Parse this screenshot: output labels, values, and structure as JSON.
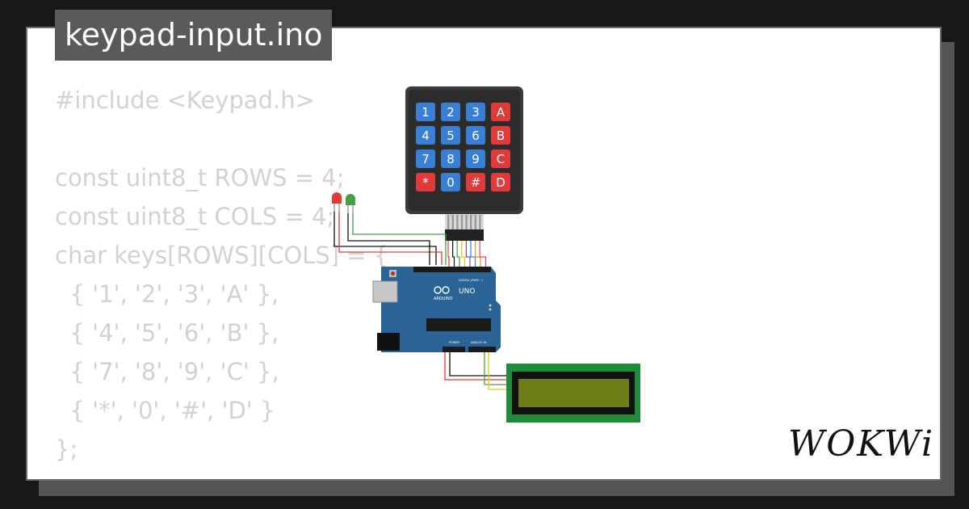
{
  "title": "keypad-input.ino",
  "code_lines": [
    "#include <Keypad.h>",
    "",
    "const uint8_t ROWS = 4;",
    "const uint8_t COLS = 4;",
    "char keys[ROWS][COLS] = {",
    "  { '1', '2', '3', 'A' },",
    "  { '4', '5', '6', 'B' },",
    "  { '7', '8', '9', 'C' },",
    "  { '*', '0', '#', 'D' }",
    "};"
  ],
  "keypad": {
    "keys": [
      [
        "1",
        "2",
        "3",
        "A"
      ],
      [
        "4",
        "5",
        "6",
        "B"
      ],
      [
        "7",
        "8",
        "9",
        "C"
      ],
      [
        "*",
        "0",
        "#",
        "D"
      ]
    ],
    "number_key_color": "#3a7fd6",
    "letter_key_color": "#e03a3a"
  },
  "arduino": {
    "board_label": "UNO",
    "brand_label": "ARDUINO",
    "digital_label": "DIGITAL (PWM ~)",
    "power_label": "POWER",
    "analog_label": "ANALOG IN",
    "color": "#2a6496"
  },
  "lcd": {
    "pcb_color": "#1e8c3a",
    "screen_color": "#6f7d17"
  },
  "leds": {
    "colors": [
      "#e53935",
      "#43a047"
    ]
  },
  "wire_colors": [
    "#e53935",
    "#111111",
    "#43a047",
    "#f2c300",
    "#8e44ad",
    "#1e88e5",
    "#ff8f00",
    "#ec407a"
  ],
  "logo": "WOKWi"
}
